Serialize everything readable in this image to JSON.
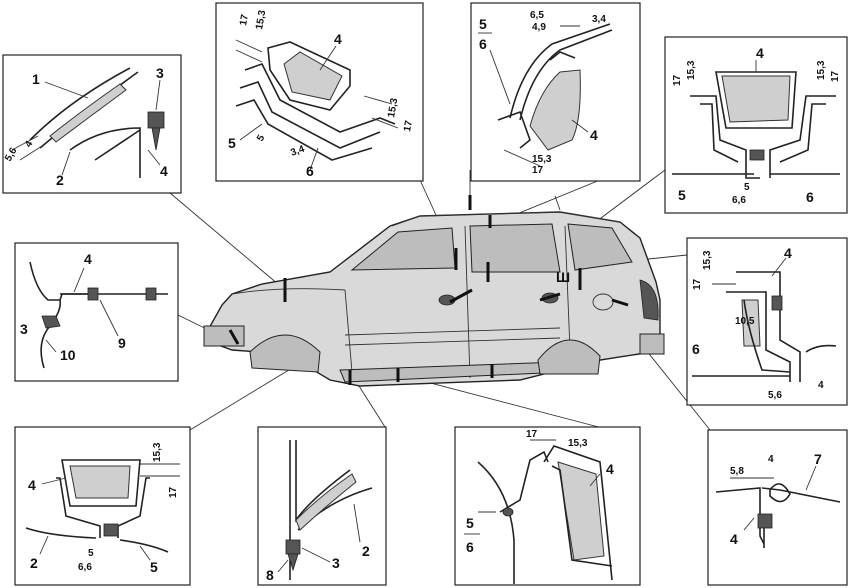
{
  "panels": {
    "top_left": {
      "labels": [
        "1",
        "2",
        "3",
        "4"
      ],
      "dims": [
        "5,6",
        "4"
      ]
    },
    "top_mid": {
      "labels": [
        "4",
        "5",
        "6"
      ],
      "dims": [
        "17",
        "15,3",
        "15,3",
        "17",
        "5",
        "3,4"
      ]
    },
    "top_right": {
      "labels": [
        "5",
        "6",
        "4"
      ],
      "dims": [
        "6,5",
        "4,9",
        "3,4",
        "15,3",
        "17"
      ]
    },
    "right_top": {
      "labels": [
        "4",
        "5",
        "6"
      ],
      "dims": [
        "17",
        "15,3",
        "15,3",
        "17",
        "5",
        "6,6"
      ]
    },
    "left_mid": {
      "labels": [
        "4",
        "3",
        "9",
        "10"
      ]
    },
    "right_mid": {
      "labels": [
        "4",
        "6"
      ],
      "dims": [
        "15,3",
        "17",
        "10,5",
        "5,6",
        "4"
      ]
    },
    "bottom_left": {
      "labels": [
        "4",
        "2",
        "5"
      ],
      "dims": [
        "15,3",
        "17",
        "5",
        "6,6"
      ]
    },
    "bottom_mid_left": {
      "labels": [
        "2",
        "3",
        "8"
      ]
    },
    "bottom_mid_right": {
      "labels": [
        "4",
        "5",
        "6"
      ],
      "dims": [
        "17",
        "15,3"
      ]
    },
    "bottom_right": {
      "labels": [
        "4",
        "7"
      ],
      "dims": [
        "5,8",
        "4"
      ]
    }
  },
  "car": {
    "cut_marker": "Ш"
  }
}
